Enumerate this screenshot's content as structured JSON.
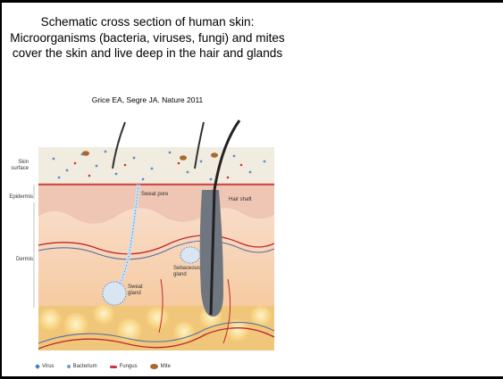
{
  "slide": {
    "title": "Schematic cross section of human skin: Microorganisms  (bacteria, viruses, fungi) and mites cover the skin  and live deep in the hair and glands",
    "citation": "Grice EA, Segre JA. Nature 2011"
  },
  "figure": {
    "side_labels": {
      "skin_surface": "Skin surface",
      "epidermis": "Epidermis",
      "dermis": "Dermis"
    },
    "labels": {
      "sweat_pore": "Sweat pore",
      "hair_shaft": "Hair shaft",
      "sebaceous_gland": "Sebaceous gland",
      "sweat_gland": "Sweat gland"
    },
    "legend": [
      {
        "label": "Virus",
        "color": "#3d7fc4"
      },
      {
        "label": "Bacterium",
        "color": "#6a9ccf"
      },
      {
        "label": "Fungus",
        "color": "#d0323a"
      },
      {
        "label": "Mite",
        "color": "#a86a2e"
      }
    ]
  }
}
